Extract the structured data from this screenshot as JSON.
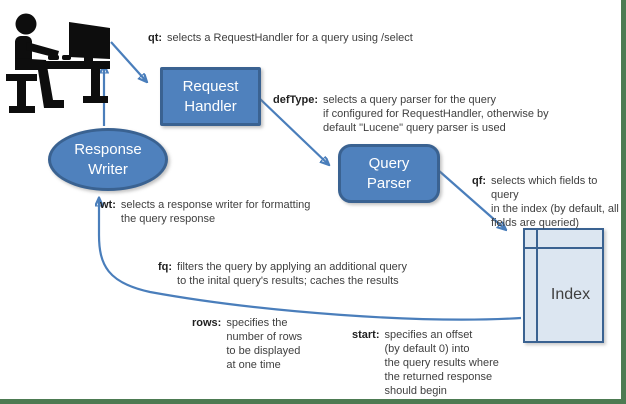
{
  "nodes": {
    "request_handler": {
      "label": [
        "Request",
        "Handler"
      ]
    },
    "query_parser": {
      "label": [
        "Query",
        "Parser"
      ]
    },
    "response_writer": {
      "label": [
        "Response",
        "Writer"
      ]
    },
    "index": {
      "label": "Index"
    }
  },
  "annotations": {
    "qt": {
      "param": "qt:",
      "lines": [
        "selects a RequestHandler for a query using /select"
      ]
    },
    "defType": {
      "param": "defType:",
      "lines": [
        "selects a query parser for the query",
        "if configured for RequestHandler, otherwise by",
        "default \"Lucene\" query parser is used"
      ]
    },
    "qf": {
      "param": "qf:",
      "lines": [
        "selects which fields to query",
        "in the index (by default, all",
        "fields are queried)"
      ]
    },
    "wt": {
      "param": "wt:",
      "lines": [
        "selects a response writer for formatting",
        "the query response"
      ]
    },
    "fq": {
      "param": "fq:",
      "lines": [
        "filters the query by applying an additional query",
        "to the inital query's results; caches the results"
      ]
    },
    "rows": {
      "param": "rows:",
      "lines": [
        "specifies the",
        "number of rows",
        "to be displayed",
        "at one time"
      ]
    },
    "start": {
      "param": "start:",
      "lines": [
        "specifies an offset",
        "(by default 0) into",
        "the query results where",
        "the returned response",
        "should begin"
      ]
    }
  },
  "icons": {
    "person": "person-at-computer-icon"
  },
  "colors": {
    "node_fill": "#4f81bd",
    "node_border": "#3a6291",
    "node_text": "#ffffff",
    "index_fill": "#dce6f1",
    "arrow": "#4a7ebb",
    "annotation_text": "#3f3f3f",
    "frame": "#4d7b52"
  }
}
